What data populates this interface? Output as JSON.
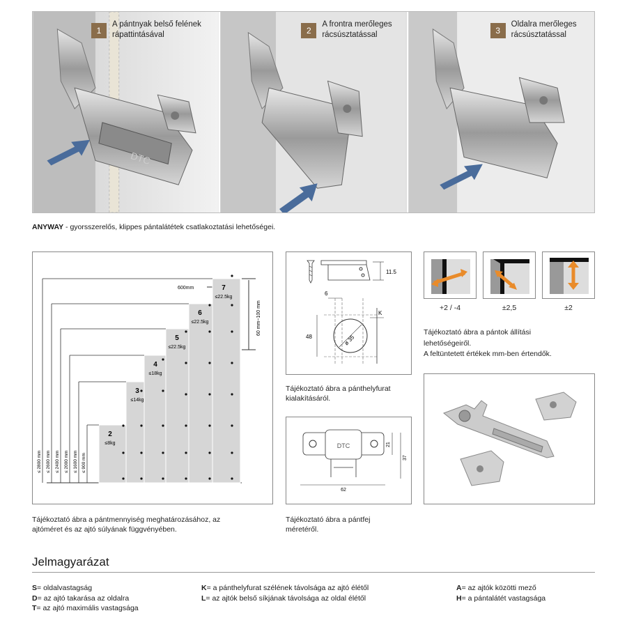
{
  "steps": [
    {
      "num": "1",
      "line1": "A pántnyak belső felének",
      "line2": "rápattintásával"
    },
    {
      "num": "2",
      "line1": "A frontra merőleges",
      "line2": "rácsúsztatással"
    },
    {
      "num": "3",
      "line1": "Oldalra merőleges",
      "line2": "rácsúsztatással"
    }
  ],
  "hinge_brand": "DTC",
  "caption_bold": "ANYWAY",
  "caption_rest": " - gyorsszerelős, klippes pántalátétek csatlakoztatási lehetőségei.",
  "hinge_chart": {
    "levels": [
      {
        "count": "2",
        "weight": "≤8kg",
        "height": "≤ 900 mm"
      },
      {
        "count": "3",
        "weight": "≤14kg",
        "height": "≤ 1600 mm"
      },
      {
        "count": "4",
        "weight": "≤18kg",
        "height": "≤ 2000 mm"
      },
      {
        "count": "5",
        "weight": "≤22.5kg",
        "height": "≤ 2400 mm"
      },
      {
        "count": "6",
        "weight": "≤22.5kg",
        "height": "≤ 2600 mm"
      },
      {
        "count": "7",
        "weight": "≤22.5kg",
        "height": "≤ 2800 mm"
      }
    ],
    "width_label": "600mm",
    "offset_label": "60 mm~100 mm",
    "caption": [
      "Tájékoztató ábra a pántmennyiség meghatározásához, az",
      "ajtóméret és az ajtó súlyának függvényében."
    ]
  },
  "drill": {
    "dim_115": "11.5",
    "dim_6": "6",
    "dim_K": "K",
    "dim_48": "48",
    "dim_35": "ø 35",
    "caption": [
      "Tájékoztató ábra a pánthelyfurat",
      "kialakításáról."
    ]
  },
  "cup": {
    "dim_21": "21",
    "dim_37": "37",
    "dim_62": "62",
    "caption": [
      "Tájékoztató ábra a pántfej",
      "méretéről."
    ]
  },
  "adjust": {
    "values": [
      "+2 / -4",
      "±2,5",
      "±2"
    ],
    "caption": [
      "Tájékoztató ábra a pántok állítási",
      "lehetőségeiről.",
      "A feltüntetett értékek mm-ben értendők."
    ]
  },
  "legend": {
    "title": "Jelmagyarázat",
    "col1": [
      {
        "key": "S",
        "text": "= oldalvastagság"
      },
      {
        "key": "D",
        "text": "= az ajtó takarása az oldalra"
      },
      {
        "key": "T",
        "text": "= az ajtó maximális vastagsága"
      }
    ],
    "col2": [
      {
        "key": "K",
        "text": "= a pánthelyfurat szélének távolsága az ajtó élétől"
      },
      {
        "key": "L",
        "text": "= az ajtók belső síkjának távolsága az oldal élétől"
      }
    ],
    "col3": [
      {
        "key": "A",
        "text": "= az ajtók közötti mező"
      },
      {
        "key": "H",
        "text": "= a pántalátét vastagsága"
      }
    ]
  },
  "colors": {
    "accent": "#8a6d4b",
    "arrow": "#4a6c9b",
    "orange": "#e98b2a"
  }
}
